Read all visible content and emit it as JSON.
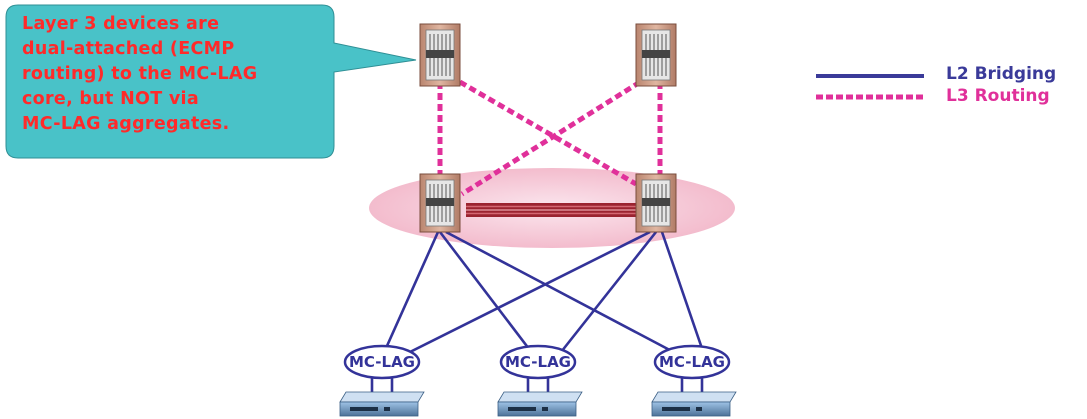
{
  "callout": {
    "lines": [
      "Layer 3 devices are",
      "dual-attached (ECMP",
      "routing) to the MC-LAG",
      "core, but NOT via",
      "MC-LAG aggregates."
    ],
    "text_color": "#ff2a2a",
    "fill_color": "#49c2c8"
  },
  "legend": {
    "l2_label": "L2 Bridging",
    "l2_color": "#3a3a99",
    "l3_label": "L3 Routing",
    "l3_color": "#e0309a"
  },
  "mclag_labels": [
    "MC-LAG",
    "MC-LAG",
    "MC-LAG"
  ],
  "colors": {
    "core_halo": "#f6c8d6",
    "isl_link": "#b0303a",
    "access_device": "#6d8fb0"
  }
}
